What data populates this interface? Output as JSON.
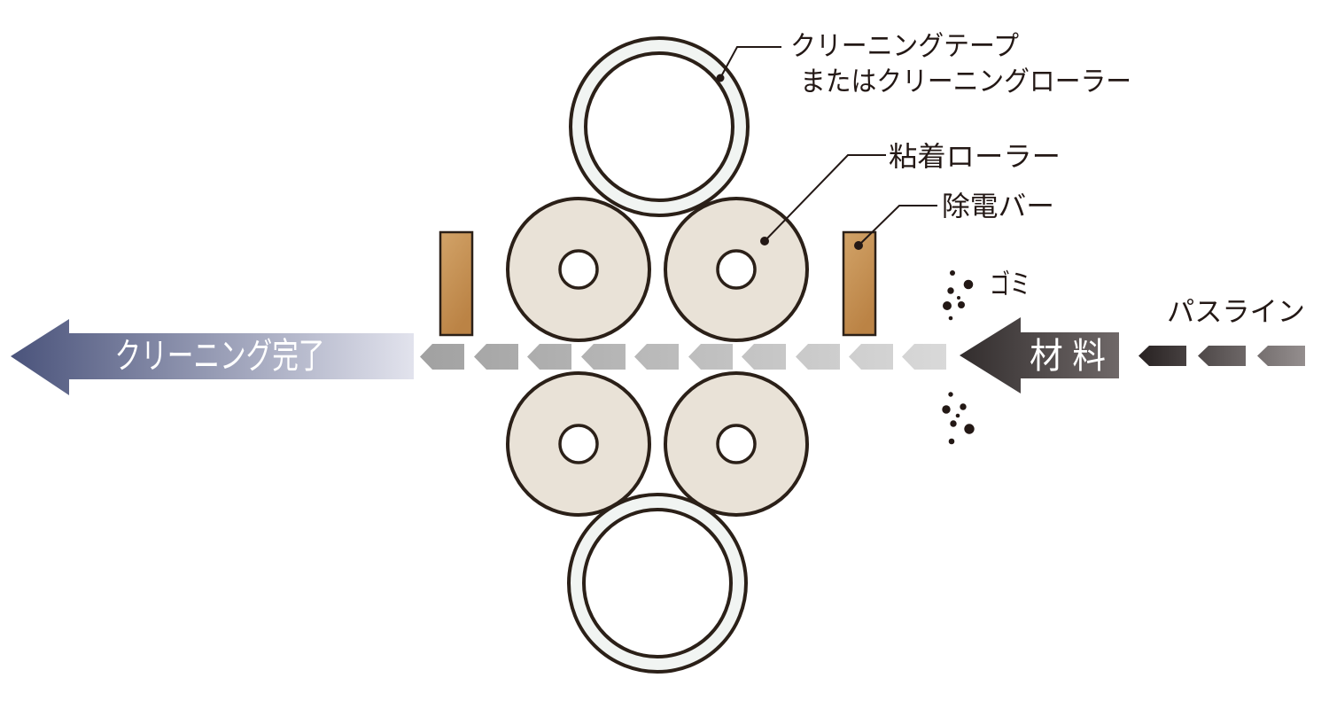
{
  "diagram": {
    "labels": {
      "cleaning_tape_line1": "クリーニングテープ",
      "cleaning_tape_line2": "またはクリーニングローラー",
      "adhesive_roller": "粘着ローラー",
      "static_bar": "除電バー",
      "dust": "ゴミ",
      "pass_line": "パスライン",
      "material": "材 料",
      "cleaning_done": "クリーニング完了"
    },
    "counts": {
      "cleaning_rollers": 2,
      "adhesive_rollers": 4,
      "static_bars": 2,
      "belt_arrows": 10,
      "pass_line_arrows": 3,
      "dust_particles": 14
    }
  },
  "colors": {
    "outline": "#2b2018",
    "text": "#231815",
    "white": "#ffffff",
    "ring_fill": "#f1f4f2",
    "roller_fill": "#e9e2d7",
    "bar_light": "#d2a368",
    "bar_dark": "#bb8345",
    "belt_left": "#a1a1a1",
    "belt_right": "#d9d9d9",
    "material_dark": "#322d2d",
    "material_light": "#6f6868",
    "passline_dark": "#272121",
    "passline_light": "#948e8e",
    "done_dark": "#4a537b",
    "done_light": "#e2e3ed"
  }
}
